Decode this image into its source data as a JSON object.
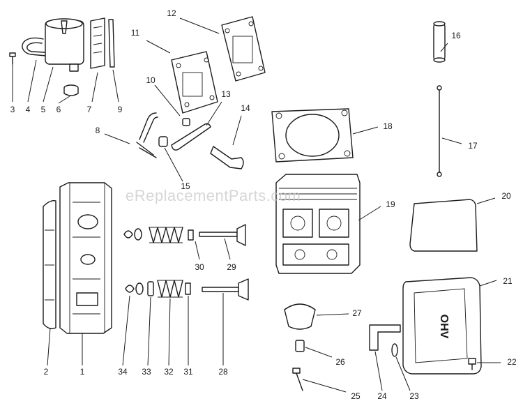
{
  "watermark": "eReplacementParts.com",
  "callouts": [
    {
      "label": "1"
    },
    {
      "label": "2"
    },
    {
      "label": "3"
    },
    {
      "label": "4"
    },
    {
      "label": "5"
    },
    {
      "label": "6"
    },
    {
      "label": "7"
    },
    {
      "label": "8"
    },
    {
      "label": "9"
    },
    {
      "label": "10"
    },
    {
      "label": "11"
    },
    {
      "label": "12"
    },
    {
      "label": "13"
    },
    {
      "label": "14"
    },
    {
      "label": "15"
    },
    {
      "label": "16"
    },
    {
      "label": "17"
    },
    {
      "label": "18"
    },
    {
      "label": "19"
    },
    {
      "label": "20"
    },
    {
      "label": "21"
    },
    {
      "label": "22"
    },
    {
      "label": "23"
    },
    {
      "label": "24"
    },
    {
      "label": "25"
    },
    {
      "label": "26"
    },
    {
      "label": "27"
    },
    {
      "label": "28"
    },
    {
      "label": "29"
    },
    {
      "label": "30"
    },
    {
      "label": "31"
    },
    {
      "label": "32"
    },
    {
      "label": "33"
    },
    {
      "label": "34"
    }
  ],
  "cover_lettering": "OHV"
}
